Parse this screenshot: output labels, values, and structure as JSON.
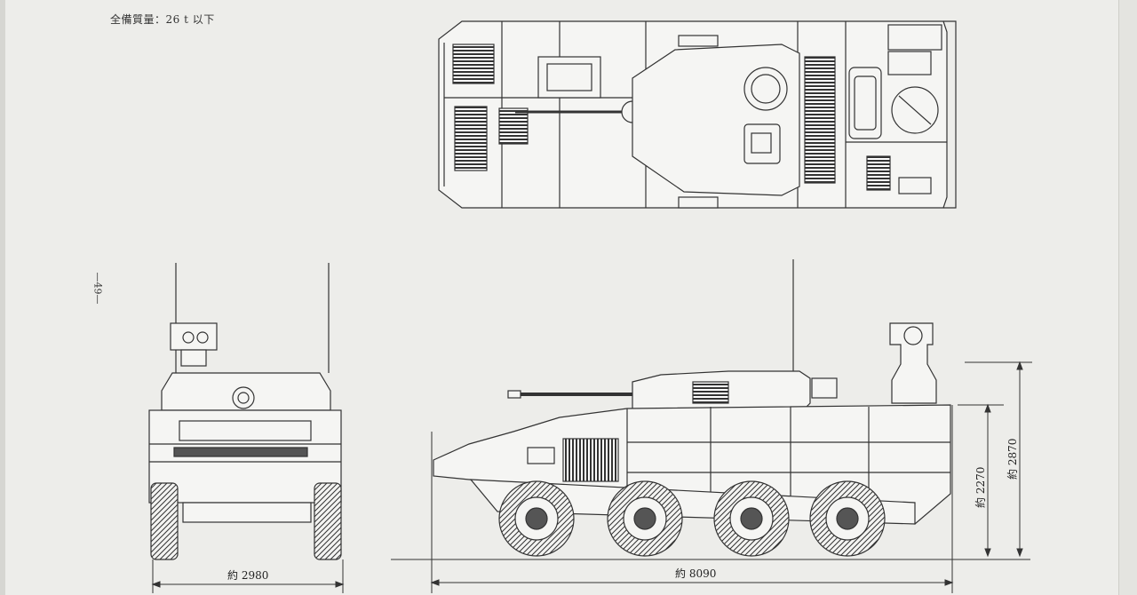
{
  "header": {
    "weight_note": "全備質量：26 t 以下"
  },
  "page_number": "—49—",
  "dimensions": {
    "front_width": "約 2980",
    "side_length": "約 8090",
    "hull_height": "約 2270",
    "overall_height": "約 2870"
  },
  "views": {
    "top_view": "top",
    "front_view": "front",
    "side_view": "side"
  }
}
